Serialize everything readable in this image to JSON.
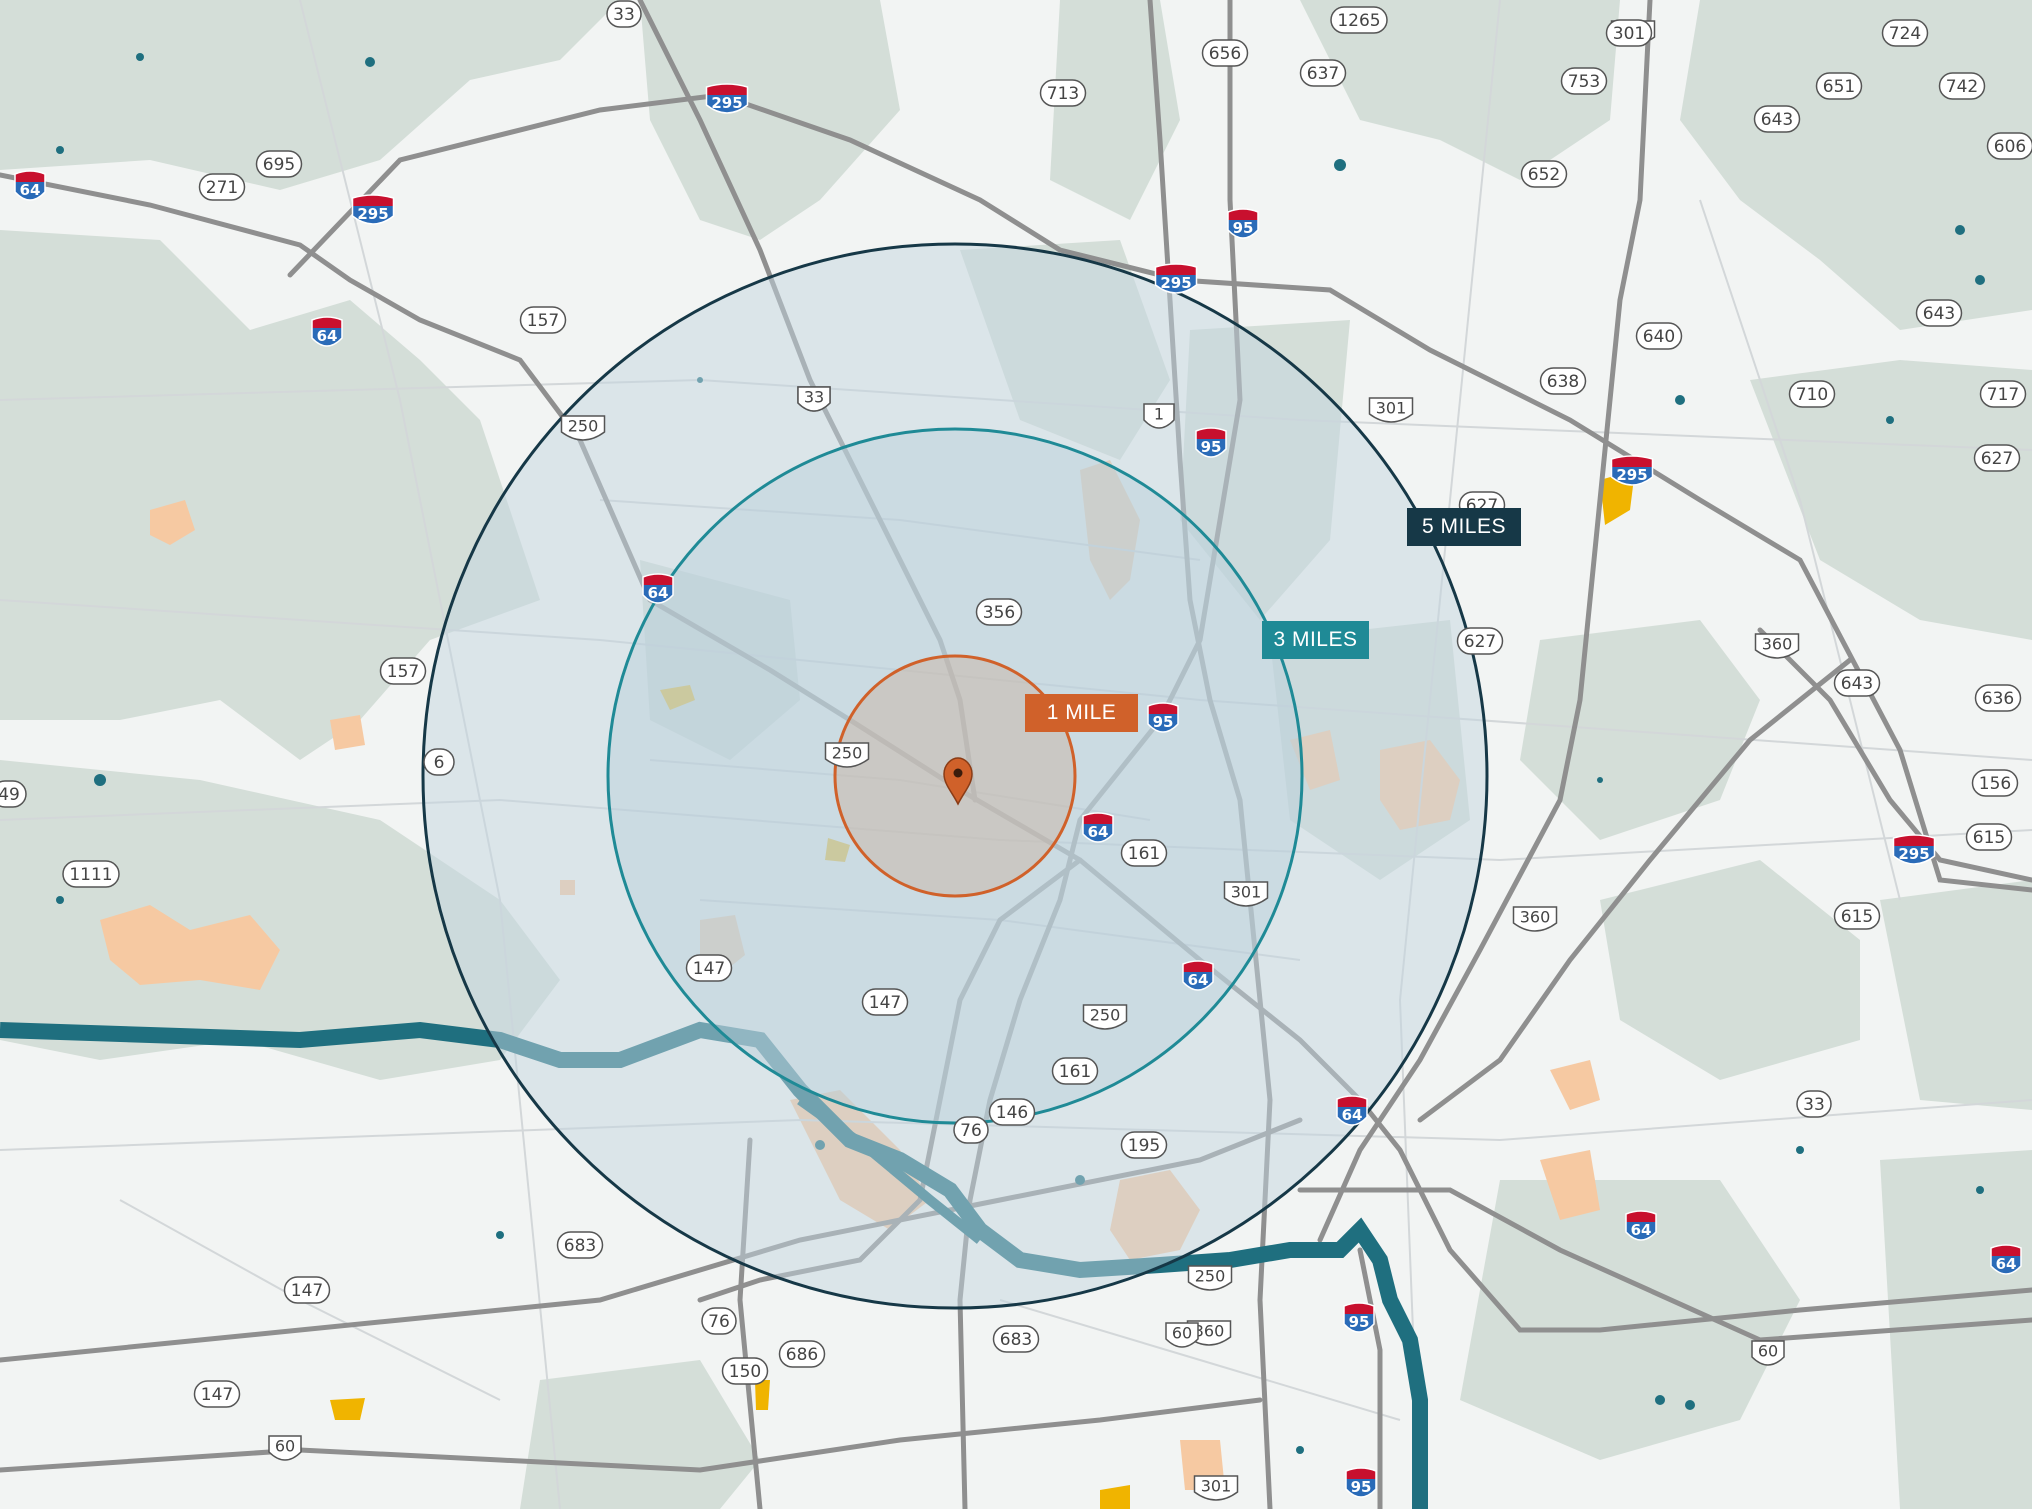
{
  "colors": {
    "land": "#f1f3f2",
    "forest": "#d3ddd7",
    "water": "#1f6f7f",
    "park": "#f6c9a2",
    "highway": "#8c8c8c",
    "minor_road": "#d2d6d8",
    "circle_1mile_stroke": "#d0612a",
    "circle_3mile_stroke": "#1f8a96",
    "circle_5mile_stroke": "#163847",
    "label_1mile_bg": "#d0612a",
    "label_3mile_bg": "#1f8a96",
    "label_5mile_bg": "#163847",
    "marker": "#d0612a",
    "interstate": "#2a6bb8"
  },
  "radius_labels": {
    "one_mile": "1 MILE",
    "three_miles": "3 MILES",
    "five_miles": "5 MILES"
  },
  "marker": {
    "icon": "location-pin-icon"
  },
  "route_shields": {
    "interstate": [
      "295",
      "295",
      "295",
      "295",
      "295",
      "64",
      "64",
      "64",
      "64",
      "64",
      "64",
      "64",
      "64",
      "95",
      "95",
      "95",
      "95",
      "95"
    ],
    "us": [
      "33",
      "250",
      "250",
      "250",
      "250",
      "1",
      "301",
      "301",
      "301",
      "301",
      "360",
      "360",
      "360",
      "60",
      "60",
      "60",
      "33"
    ],
    "state": [
      "33",
      "1265",
      "713",
      "656",
      "637",
      "753",
      "301",
      "724",
      "651",
      "742",
      "643",
      "652",
      "606",
      "271",
      "695",
      "157",
      "157",
      "640",
      "638",
      "643",
      "710",
      "717",
      "627",
      "627",
      "627",
      "356",
      "643",
      "636",
      "156",
      "615",
      "615",
      "6",
      "1111",
      "49",
      "147",
      "147",
      "147",
      "147",
      "161",
      "161",
      "76",
      "76",
      "146",
      "195",
      "683",
      "683",
      "686",
      "150",
      "33"
    ]
  }
}
